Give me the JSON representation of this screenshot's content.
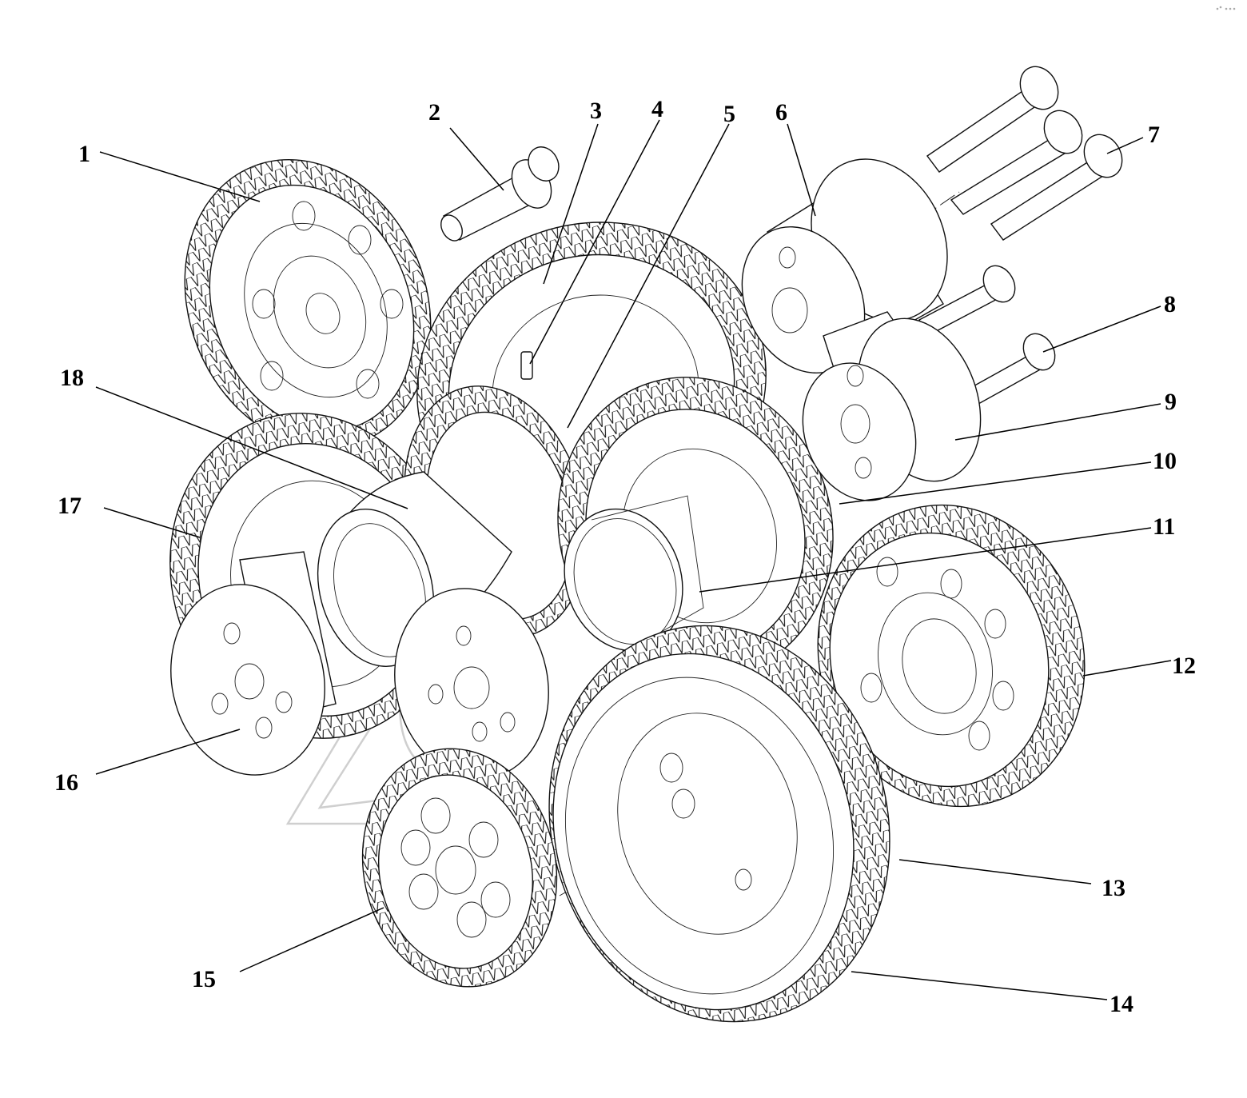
{
  "callouts": [
    {
      "id": "1",
      "label": "1"
    },
    {
      "id": "2",
      "label": "2"
    },
    {
      "id": "3",
      "label": "3"
    },
    {
      "id": "4",
      "label": "4"
    },
    {
      "id": "5",
      "label": "5"
    },
    {
      "id": "6",
      "label": "6"
    },
    {
      "id": "7",
      "label": "7"
    },
    {
      "id": "8",
      "label": "8"
    },
    {
      "id": "9",
      "label": "9"
    },
    {
      "id": "10",
      "label": "10"
    },
    {
      "id": "11",
      "label": "11"
    },
    {
      "id": "12",
      "label": "12"
    },
    {
      "id": "13",
      "label": "13"
    },
    {
      "id": "14",
      "label": "14"
    },
    {
      "id": "15",
      "label": "15"
    },
    {
      "id": "16",
      "label": "16"
    },
    {
      "id": "17",
      "label": "17"
    },
    {
      "id": "18",
      "label": "18"
    }
  ],
  "colors": {
    "line": "#111111",
    "background": "#ffffff",
    "watermark": "#cfcfcf"
  }
}
